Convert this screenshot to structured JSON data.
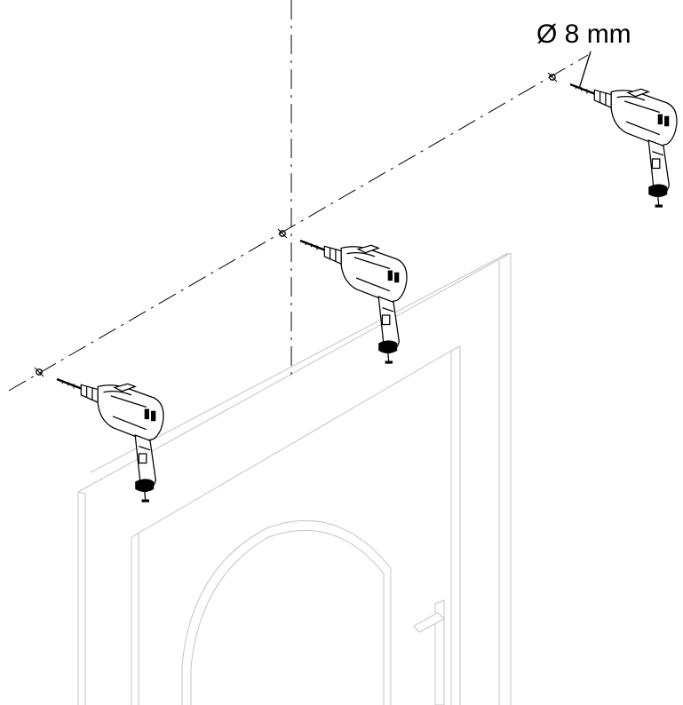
{
  "annotation": {
    "drill_diameter": "Ø 8 mm"
  },
  "drills": [
    {
      "name": "drill-left"
    },
    {
      "name": "drill-center"
    },
    {
      "name": "drill-right"
    }
  ]
}
